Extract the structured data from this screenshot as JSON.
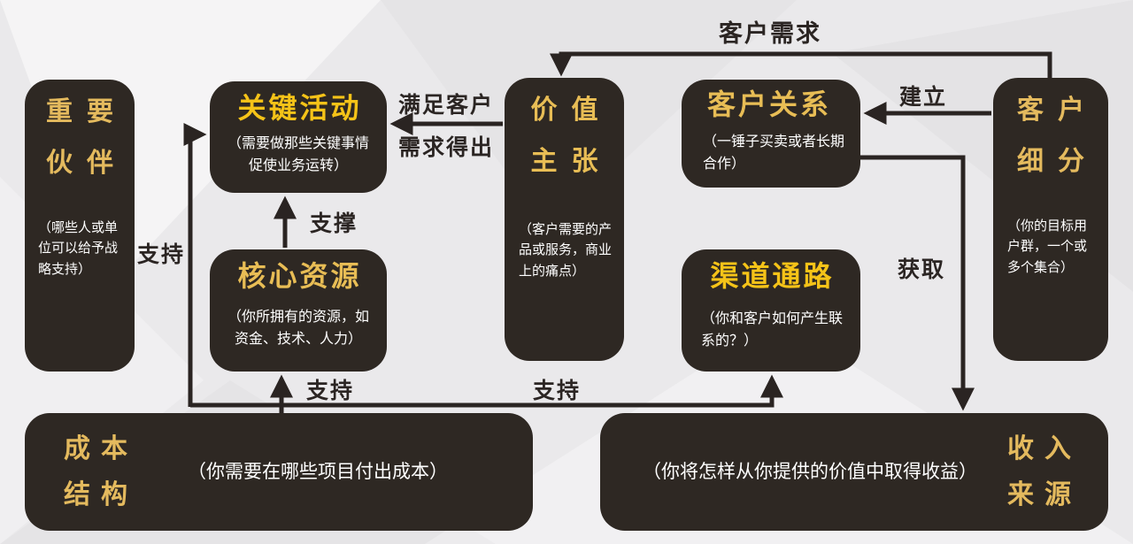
{
  "canvas": {
    "background": "#eae9eb",
    "box_color": "#2e2823",
    "title_gold": "#e4ba5e",
    "title_yellow": "#f5c318",
    "subtitle_color": "#ffffff",
    "arrow_color": "#2a2422"
  },
  "boxes": {
    "key_partners": {
      "title1": "重要",
      "title2": "伙伴",
      "subtitle": "（哪些人或单位可以给予战略支持）"
    },
    "key_activities": {
      "title": "关键活动",
      "subtitle": "（需要做那些关键事情促使业务运转）"
    },
    "core_resources": {
      "title": "核心资源",
      "subtitle": "（你所拥有的资源，如资金、技术、人力）"
    },
    "value_proposition": {
      "title1": "价值",
      "title2": "主张",
      "subtitle": "（客户需要的产品或服务，商业上的痛点）"
    },
    "customer_relationships": {
      "title": "客户关系",
      "subtitle": "（一锤子买卖或者长期合作）"
    },
    "channels": {
      "title": "渠道通路",
      "subtitle": "（你和客户如何产生联系的？）"
    },
    "customer_segments": {
      "title1": "客户",
      "title2": "细分",
      "subtitle": "（你的目标用户群，一个或多个集合）"
    },
    "cost_structure": {
      "title1": "成本",
      "title2": "结构",
      "subtitle": "（你需要在哪些项目付出成本）"
    },
    "revenue_streams": {
      "title1": "收入",
      "title2": "来源",
      "subtitle": "（你将怎样从你提供的价值中取得收益）"
    }
  },
  "arrow_labels": {
    "customer_needs": "客户需求",
    "establish": "建立",
    "satisfy_line1": "满足客户",
    "satisfy_line2": "需求得出",
    "acquire": "获取",
    "prop_up": "支撑",
    "support_left": "支持",
    "support_cost": "支持",
    "support_channel": "支持"
  }
}
